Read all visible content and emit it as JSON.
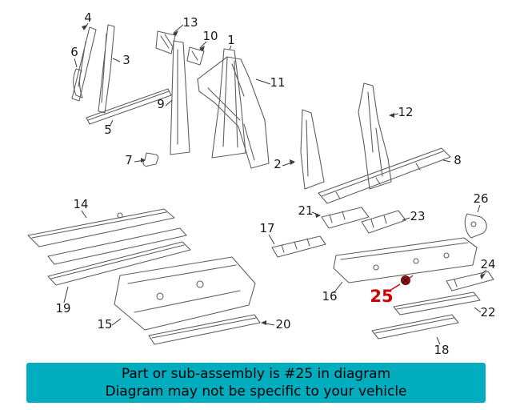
{
  "banner": {
    "line1": "Part or sub-assembly is #25 in diagram",
    "line2": "Diagram may not be specific to your vehicle"
  },
  "diagram": {
    "highlighted_callout": "25",
    "callouts": {
      "c1": "1",
      "c2": "2",
      "c3": "3",
      "c4": "4",
      "c5": "5",
      "c6": "6",
      "c7": "7",
      "c8": "8",
      "c9": "9",
      "c10": "10",
      "c11": "11",
      "c12": "12",
      "c13": "13",
      "c14": "14",
      "c15": "15",
      "c16": "16",
      "c17": "17",
      "c18": "18",
      "c19": "19",
      "c20": "20",
      "c21": "21",
      "c22": "22",
      "c23": "23",
      "c24": "24",
      "c25": "25",
      "c26": "26"
    },
    "icons": {
      "fastener": "bolt-icon"
    },
    "colors": {
      "banner_background": "#00ADBF",
      "banner_text": "#000000",
      "highlight": "#CC0000",
      "line_art": "#5F5F5F",
      "page_background": "#FFFFFF"
    }
  }
}
